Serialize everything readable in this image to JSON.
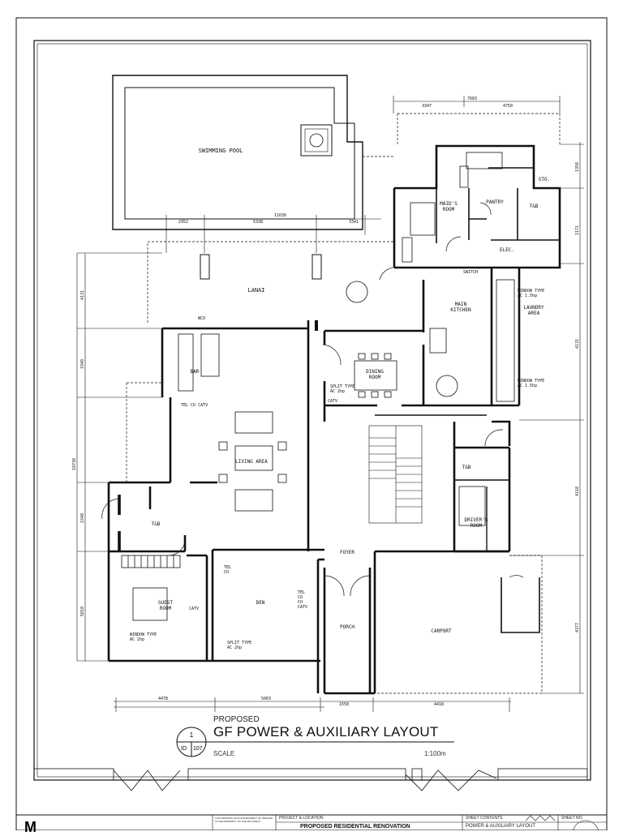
{
  "rooms": {
    "swimming_pool": "SWIMMING POOL",
    "lanai": "LANAI",
    "maids_room": "MAID'S\nROOM",
    "pantry": "PANTRY",
    "tb1": "T&B",
    "sto": "STO.",
    "elec": "ELEC.",
    "main_kitchen": "MAIN\nKITCHEN",
    "laundry": "LAUNDRY\nAREA",
    "bar": "BAR",
    "dining": "DINING\nROOM",
    "living": "LIVING AREA",
    "tb2": "T&B",
    "tb3": "T&B",
    "drivers": "DRIVER'S\nROOM",
    "guest": "GUEST\nROOM",
    "den": "DEN",
    "foyer": "FOYER",
    "porch": "PORCH",
    "carport": "CARPORT"
  },
  "notes": {
    "window_ac_kitchen1": "WINDOW TYPE\nAC 1.5hp",
    "window_ac_kitchen2": "WINDOW TYPE\nAC 1.5hp",
    "split_dining": "SPLIT TYPE\nAC 2hp",
    "window_guest": "WINDOW TYPE\nAC 2hp",
    "split_den": "SPLIT TYPE\nAC 2hp",
    "tel_catv_living": "TEL  CO  CATV",
    "tel_guest": "TEL\nCO",
    "catv_guest": "CATV",
    "den_tel": "TEL\nCO\nCO\nCATV",
    "catv_dining": "CATV",
    "switch": "SWITCH",
    "wco": "WCO"
  },
  "dimensions": {
    "top_a": "3347",
    "top_b": "4750",
    "top_total": "7683",
    "pool_a": "2952",
    "pool_b": "5338",
    "pool_c": "3341",
    "pool_total": "11630",
    "bot_a": "4478",
    "bot_b": "5063",
    "bot_c": "1558",
    "bot_d": "4418",
    "left_a": "4131",
    "left_b": "3349",
    "left_c": "2348",
    "left_d": "5818",
    "left_total": "19738",
    "right_a": "1358",
    "right_b": "2171",
    "right_c": "4131",
    "right_d": "4118",
    "right_e": "4377"
  },
  "title": {
    "pre": "PROPOSED",
    "main": "GF POWER & AUXILIARY LAYOUT",
    "scale_label": "SCALE",
    "scale_value": "1:100m",
    "detail_number": "1",
    "detail_id": "ID",
    "detail_sheet": "107"
  },
  "title_block": {
    "project_label": "PROJECT & LOCATION",
    "project_name": "PROPOSED RESIDENTIAL RENOVATION",
    "sheet_contents_label": "SHEET CONTENTS",
    "sheet_contents": "POWER & AUXILIARY LAYOUT",
    "sheet_no_label": "SHEET NO.",
    "note": "THIS DRAWING AS AN INSTRUMENT OF SERVICE IS THE PROPERTY OF THE ARCHITECT",
    "logo": "M"
  }
}
